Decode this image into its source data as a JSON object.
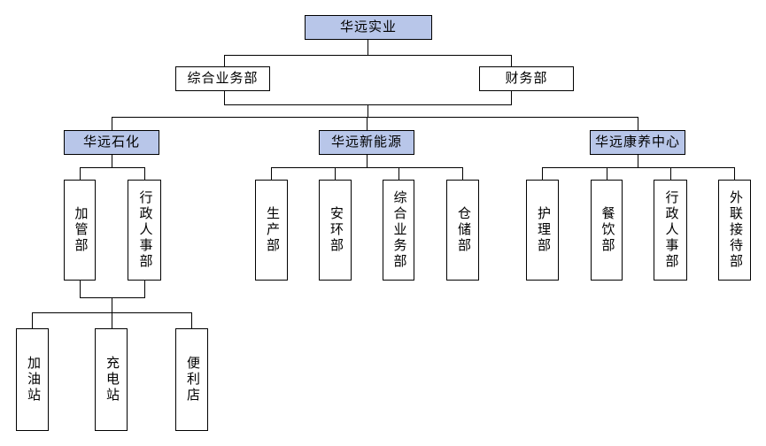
{
  "org": {
    "root": {
      "label": "华远实业"
    },
    "staff_departments": [
      {
        "label": "综合业务部"
      },
      {
        "label": "财务部"
      }
    ],
    "divisions": [
      {
        "label": "华远石化"
      },
      {
        "label": "华远新能源"
      },
      {
        "label": "华远康养中心"
      }
    ],
    "petrochemical_departments": [
      {
        "label": "加管部"
      },
      {
        "label": "行政人事部"
      }
    ],
    "petrochemical_stations": [
      {
        "label": "加油站"
      },
      {
        "label": "充电站"
      },
      {
        "label": "便利店"
      }
    ],
    "new_energy_departments": [
      {
        "label": "生产部"
      },
      {
        "label": "安环部"
      },
      {
        "label": "综合业务部"
      },
      {
        "label": "仓储部"
      }
    ],
    "wellness_departments": [
      {
        "label": "护理部"
      },
      {
        "label": "餐饮部"
      },
      {
        "label": "行政人事部"
      },
      {
        "label": "外联接待部"
      }
    ]
  },
  "colors": {
    "accent_fill": "#b8c6e9",
    "accent_border": "#000000",
    "leaf_fill": "#ffffff",
    "leaf_border": "#000000",
    "connector": "#000000",
    "background": "#ffffff",
    "text": "#000000"
  }
}
